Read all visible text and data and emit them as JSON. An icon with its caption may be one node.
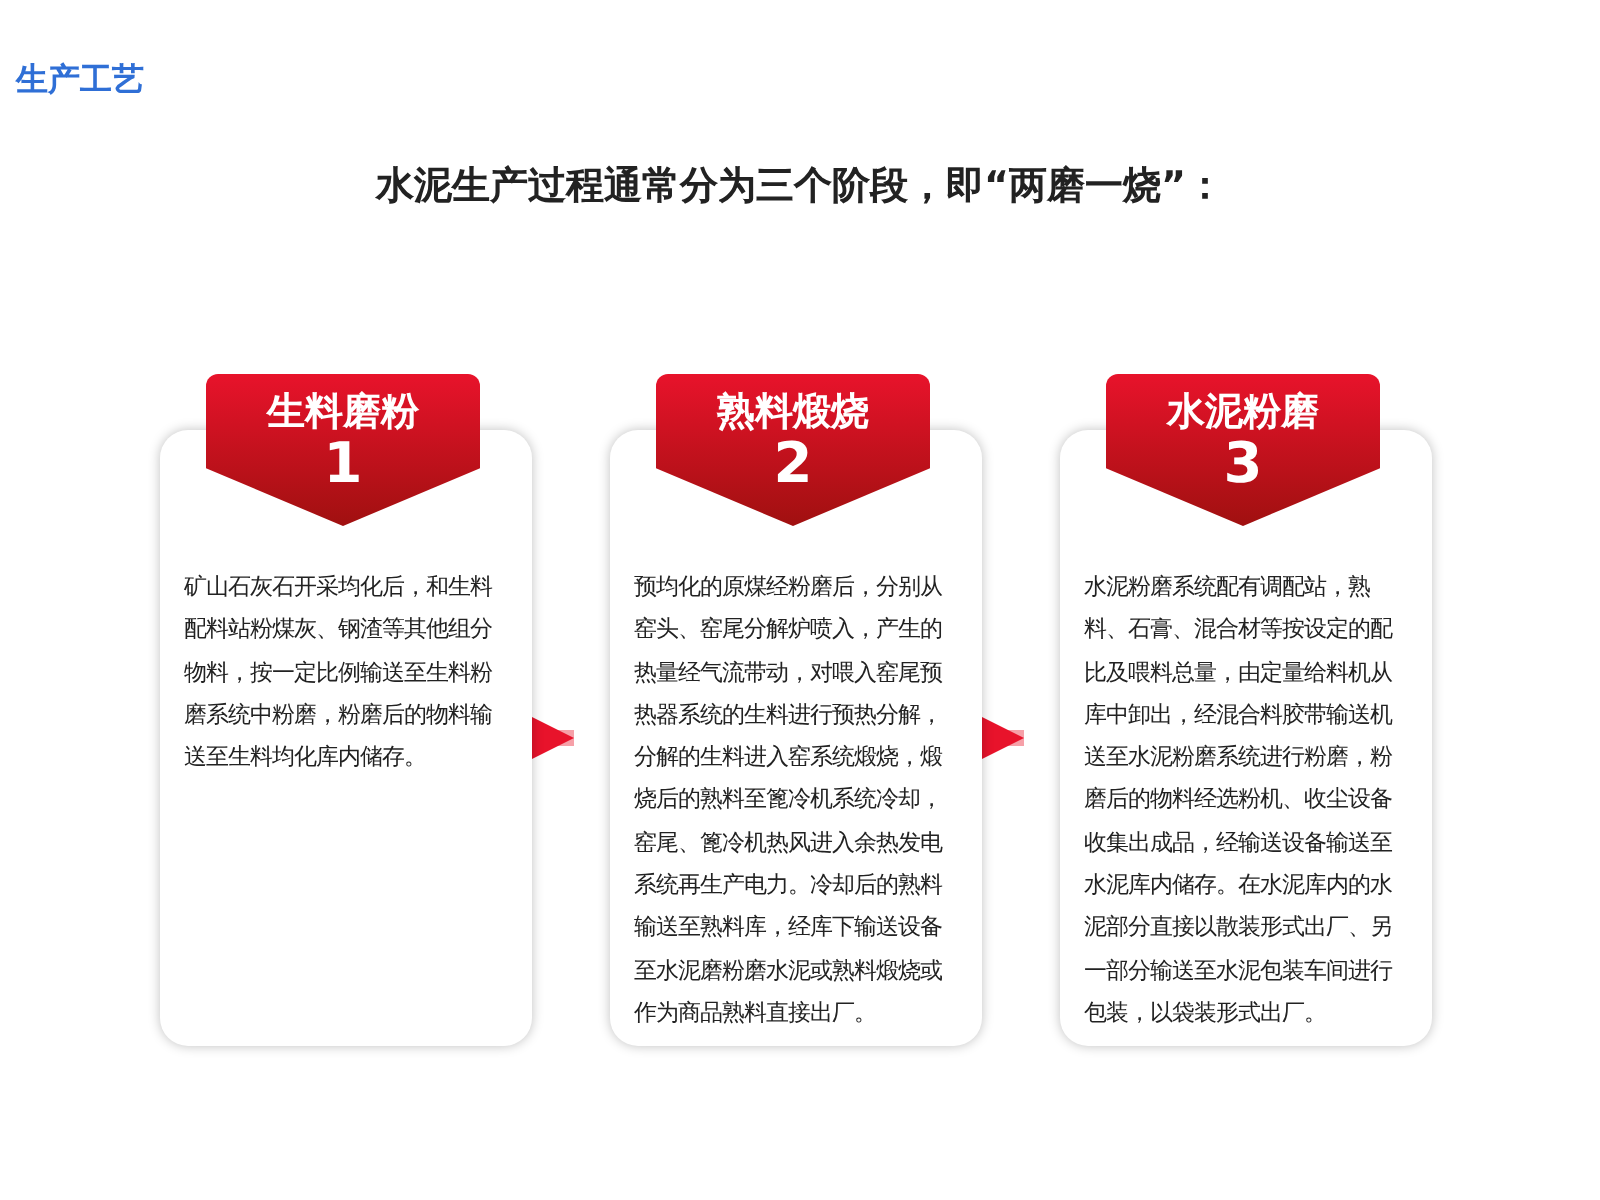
{
  "diagram": {
    "title": "水泥生产过程通常分为三个阶段，即“两磨一烧”：",
    "nodes": [
      {
        "text": [
          "矿山石灰石开采均化后，和生料配料站粉煤灰、钢渣等其他组分物料，按一定比例输送至生料粉磨系统中粉磨，粉磨后的物料输送至生料均化库内储存。"
        ]
      },
      {
        "text": [
          "生料磨粉",
          "1"
        ]
      },
      {
        "text": [
          "预均化的原煤经粉磨后，分别从窑头、窑尾分解炉喷入，产生的热量经气流带动，对喂入窑尾预热器系统的生料进行预热分解，分解的生料进入窑系统煅烧，煅烧后的熟料至篦冷机系统冷却，窑尾、篦冷机热风进入余热发电系统再生产电力。冷却后的熟料输送至熟料库，经库下输送设备至水泥磨粉磨水泥或熟料煅烧或作为商品熟料直接出厂。"
        ]
      },
      {
        "text": [
          "熟料煅烧",
          "2"
        ]
      },
      {
        "text": [
          "水泥粉磨系统配有调配站，熟料、石膏、混合材等按设定的配比及喂料总量，由定量给料机从库中卸出，经混合料胶带输送机送至水泥粉磨系统进行粉磨，粉磨后的物料经选粉机、收尘设备收集出成品，经输送设备输送至水泥库内储存。在水泥库内的水泥部分直接以散装形式出厂、另一部分输送至水泥包装车间进行包装，以袋装形式出厂。"
        ]
      },
      {
        "text": [
          "水泥粉磨",
          "3"
        ]
      }
    ],
    "edges": [
      {
        "from": 0,
        "to": 2,
        "arrow": "to"
      },
      {
        "from": 2,
        "to": 4,
        "arrow": "to"
      }
    ],
    "labels": [
      "生产工艺"
    ]
  }
}
